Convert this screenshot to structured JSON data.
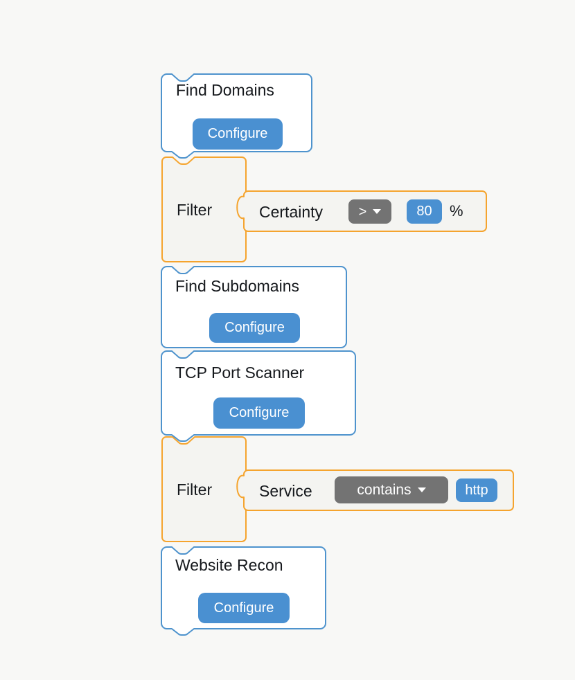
{
  "canvas": {
    "background": "#f8f8f6"
  },
  "palette": {
    "tool_block_border": "#4e93cd",
    "tool_block_fill": "#ffffff",
    "filter_block_border": "#f5a42e",
    "filter_block_fill": "#f4f4f1",
    "button_bg": "#4a90d1",
    "dropdown_bg": "#737373",
    "text_color": "#15181c"
  },
  "blocks": {
    "find_domains": {
      "title": "Find Domains",
      "button": "Configure"
    },
    "filter_certainty": {
      "label": "Filter",
      "field": "Certainty",
      "operator": ">",
      "value": "80",
      "unit": "%"
    },
    "find_subdomains": {
      "title": "Find Subdomains",
      "button": "Configure"
    },
    "tcp_port_scanner": {
      "title": "TCP Port Scanner",
      "button": "Configure"
    },
    "filter_service": {
      "label": "Filter",
      "field": "Service",
      "operator": "contains",
      "value": "http"
    },
    "website_recon": {
      "title": "Website Recon",
      "button": "Configure"
    }
  }
}
